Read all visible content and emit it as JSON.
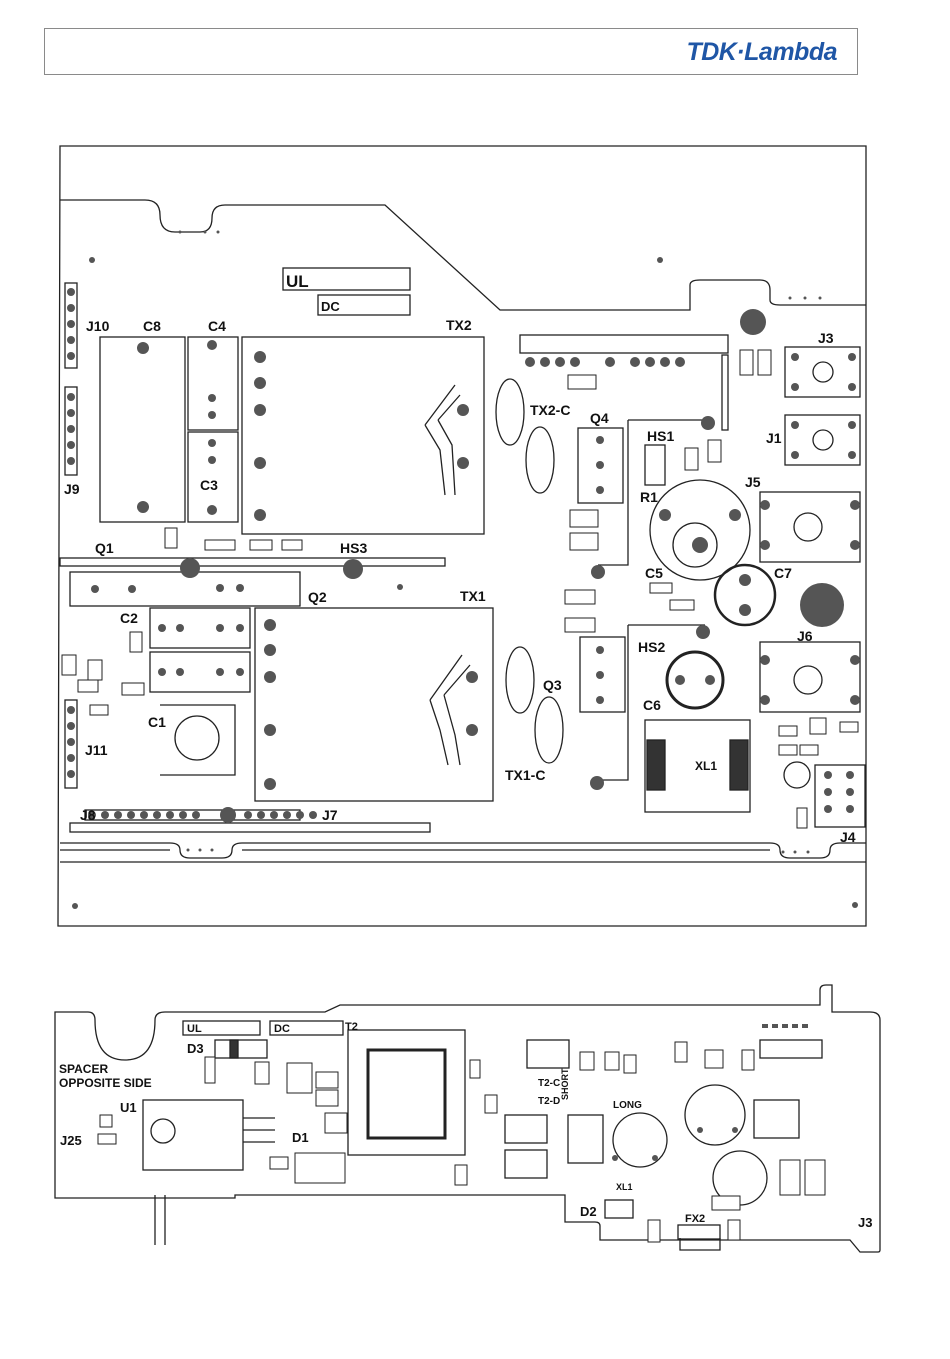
{
  "header": {
    "logo_text": "TDK·Lambda",
    "brand_color": "#1f56a6"
  },
  "top_board": {
    "labels": {
      "ul": "UL",
      "dc": "DC",
      "tx2": "TX2",
      "tx1": "TX1",
      "c8": "C8",
      "c4": "C4",
      "c3": "C3",
      "c2": "C2",
      "c1": "C1",
      "c5": "C5",
      "c6": "C6",
      "c7": "C7",
      "j10": "J10",
      "j9": "J9",
      "j11": "J11",
      "j8": "J8",
      "j7": "J7",
      "j3": "J3",
      "j1": "J1",
      "j5": "J5",
      "j6": "J6",
      "j4": "J4",
      "q1": "Q1",
      "q2": "Q2",
      "q3": "Q3",
      "q4": "Q4",
      "hs1": "HS1",
      "hs2": "HS2",
      "hs3": "HS3",
      "r1": "R1",
      "tx2c": "TX2-C",
      "tx1c": "TX1-C",
      "xl1": "XL1"
    }
  },
  "bottom_board": {
    "labels": {
      "ul": "UL",
      "dc": "DC",
      "t2": "T2",
      "d3": "D3",
      "spacer1": "SPACER",
      "spacer2": "OPPOSITE SIDE",
      "u1": "U1",
      "j25": "J25",
      "d1": "D1",
      "d2": "D2",
      "t2c": "T2-C",
      "t2d": "T2-D",
      "short": "SHORT",
      "long": "LONG",
      "xl1": "XL1",
      "fx2": "FX2",
      "j3": "J3"
    }
  }
}
